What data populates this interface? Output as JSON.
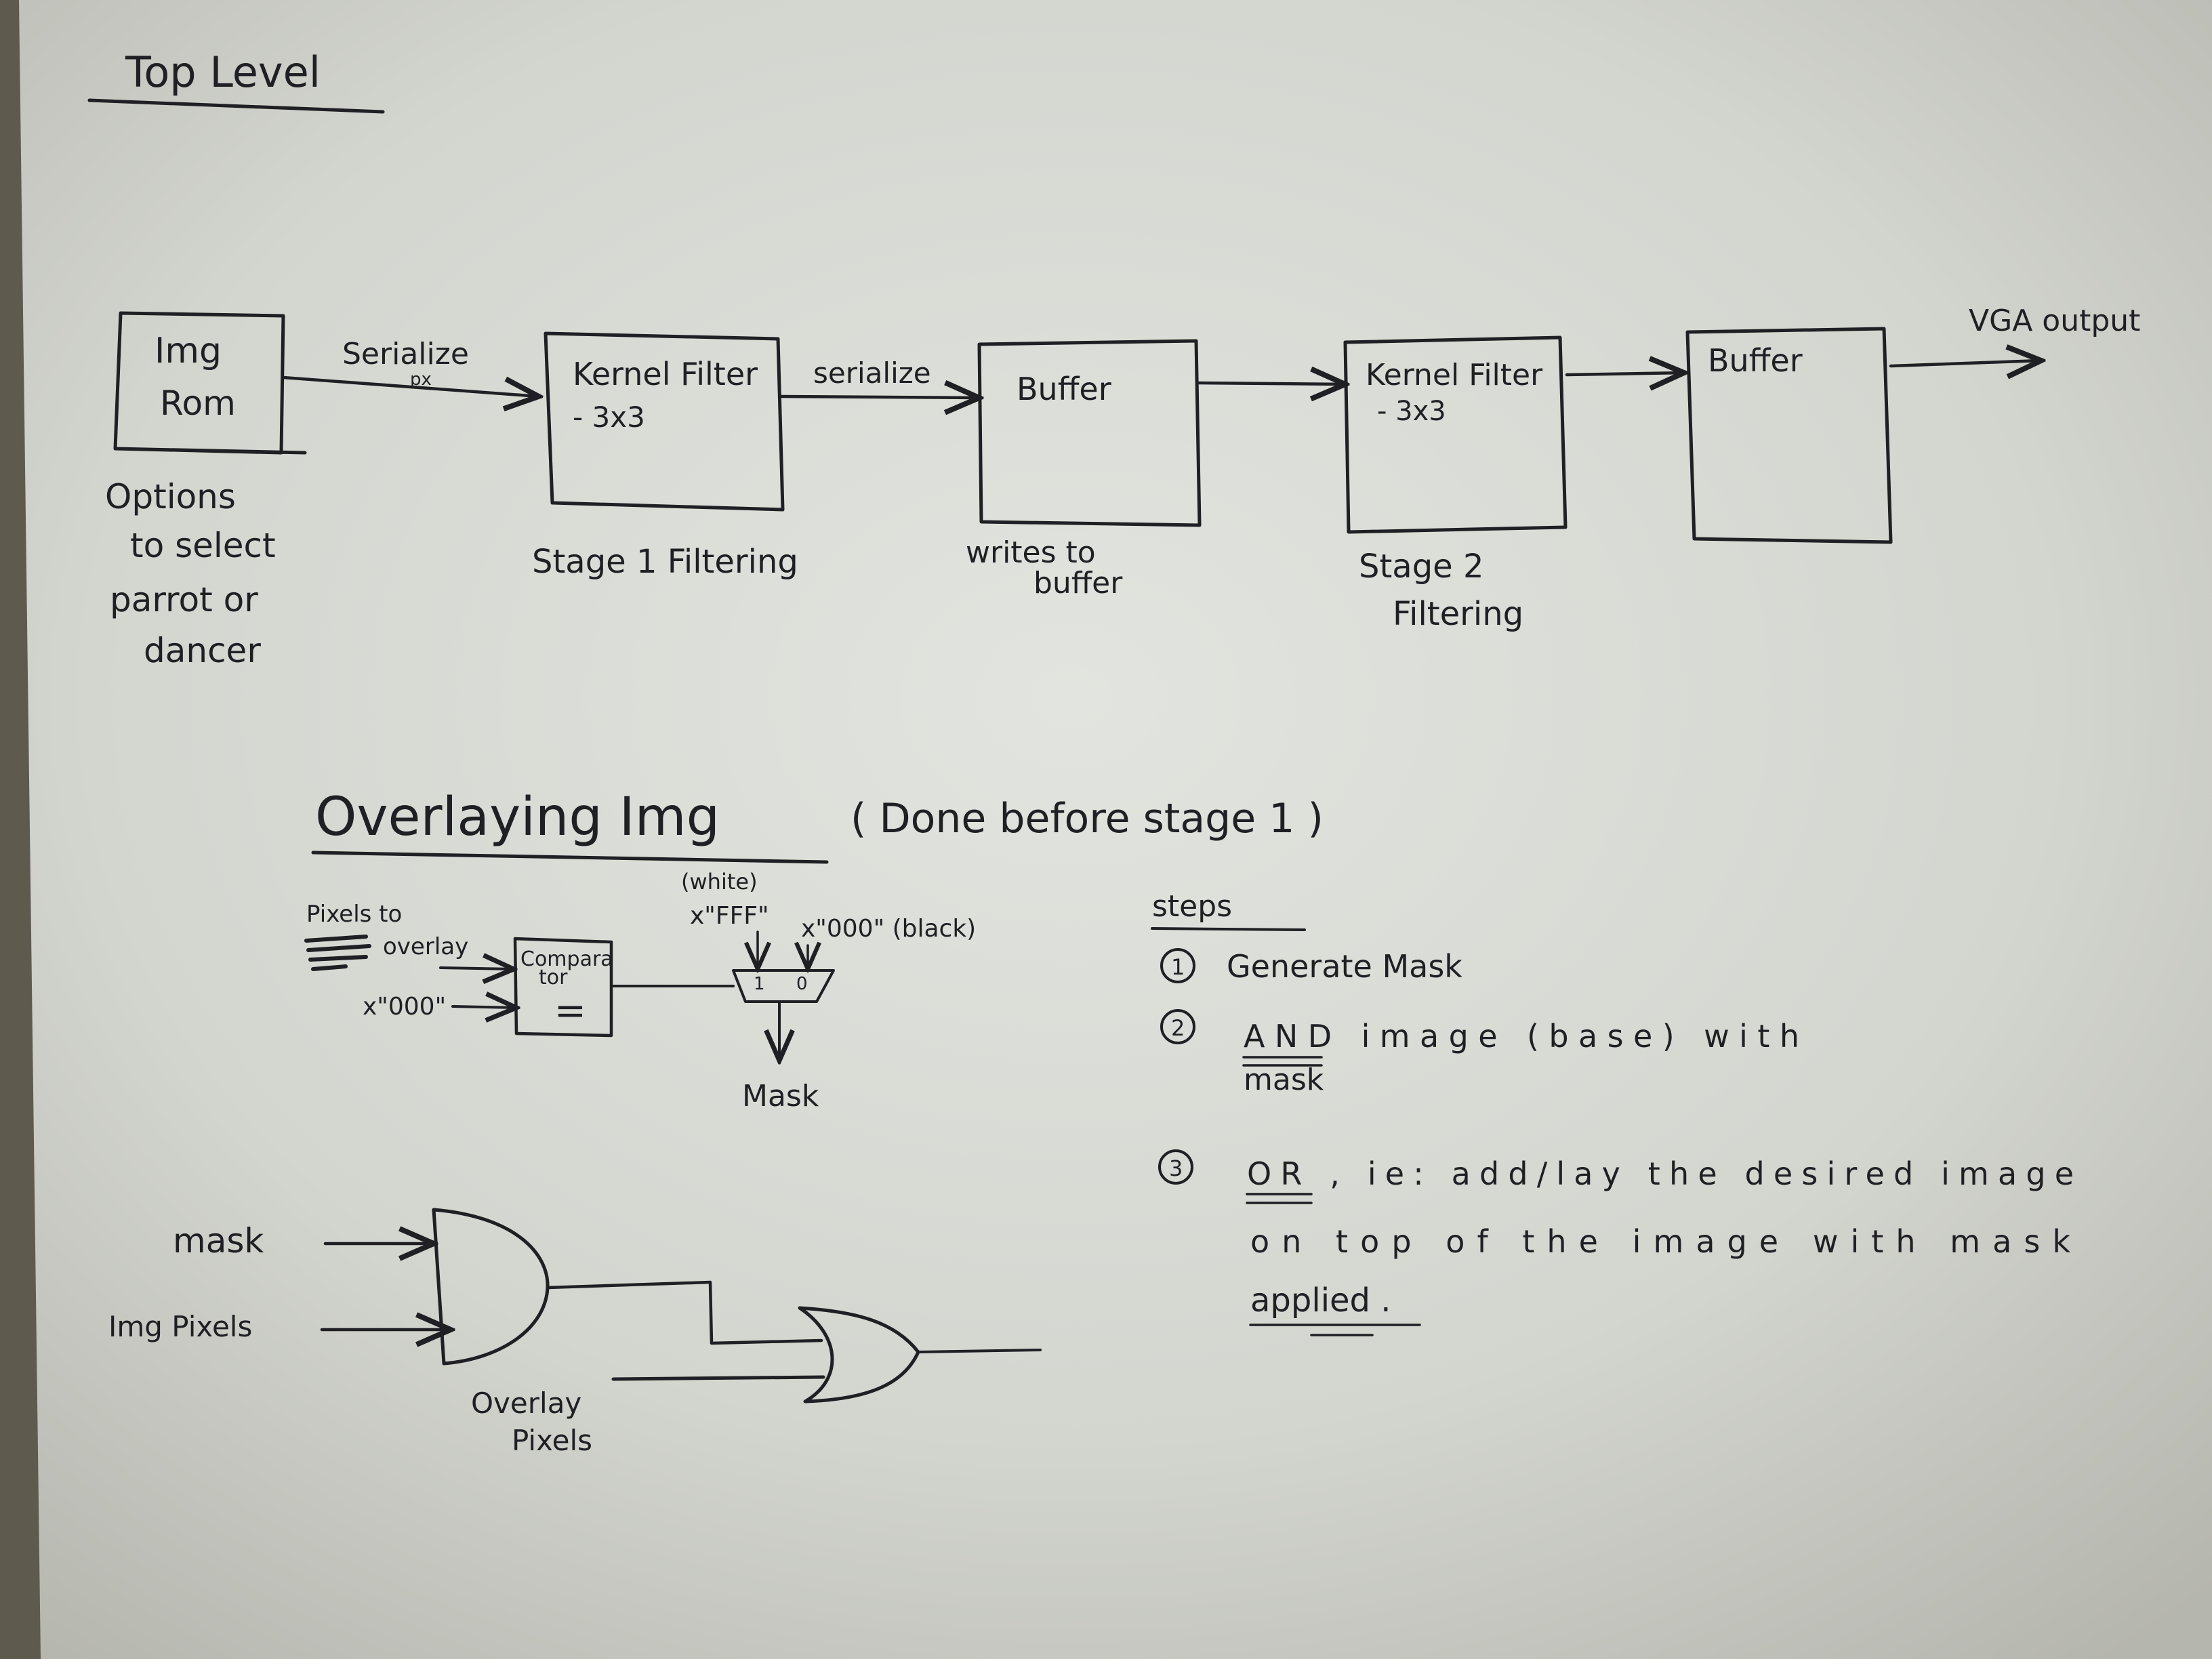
{
  "top_level": {
    "title": "Top Level",
    "blocks": {
      "img_rom": [
        "Img",
        "Rom"
      ],
      "kernel_filter_1": [
        "Kernel Filter",
        "- 3x3"
      ],
      "buffer_1": "Buffer",
      "kernel_filter_2": [
        "Kernel Filter",
        "- 3x3"
      ],
      "buffer_2": "Buffer"
    },
    "arrows": {
      "serialize": "Serialize",
      "px": "px",
      "serialize_2": "serialize",
      "vga_output": "VGA output"
    },
    "notes": {
      "img_rom": [
        "Options",
        "to select",
        "parrot or",
        "dancer"
      ],
      "stage1": "Stage 1 Filtering",
      "buffer": [
        "writes to",
        "buffer"
      ],
      "stage2": [
        "Stage 2",
        "Filtering"
      ]
    }
  },
  "overlay": {
    "title": "Overlaying Img",
    "subtitle": "( Done before stage 1 )",
    "comparator": {
      "input_label": [
        "Pixels to",
        "overlay"
      ],
      "const_input": "x\"000\"",
      "label": [
        "Compara",
        "tor"
      ],
      "symbol": "="
    },
    "mux": {
      "white_label": "(white)",
      "input1": "x\"FFF\"",
      "input0": "x\"000\" (black)",
      "sel1": "1",
      "sel0": "0",
      "output": "Mask"
    },
    "gates": {
      "in_mask": "mask",
      "in_pixels": "Img Pixels",
      "overlay_label": [
        "Overlay",
        "Pixels"
      ]
    },
    "steps": {
      "heading": "steps",
      "items": [
        {
          "num": "1",
          "lines": [
            "Generate Mask"
          ]
        },
        {
          "num": "2",
          "lines": [
            "AND image (base) with",
            "mask"
          ]
        },
        {
          "num": "3",
          "lines": [
            "OR , ie: add/lay the desired image",
            "on top of the image with mask",
            "applied ."
          ]
        }
      ]
    }
  },
  "colors": {
    "paper": "#d6d8d2",
    "ink": "#1f1f24"
  }
}
